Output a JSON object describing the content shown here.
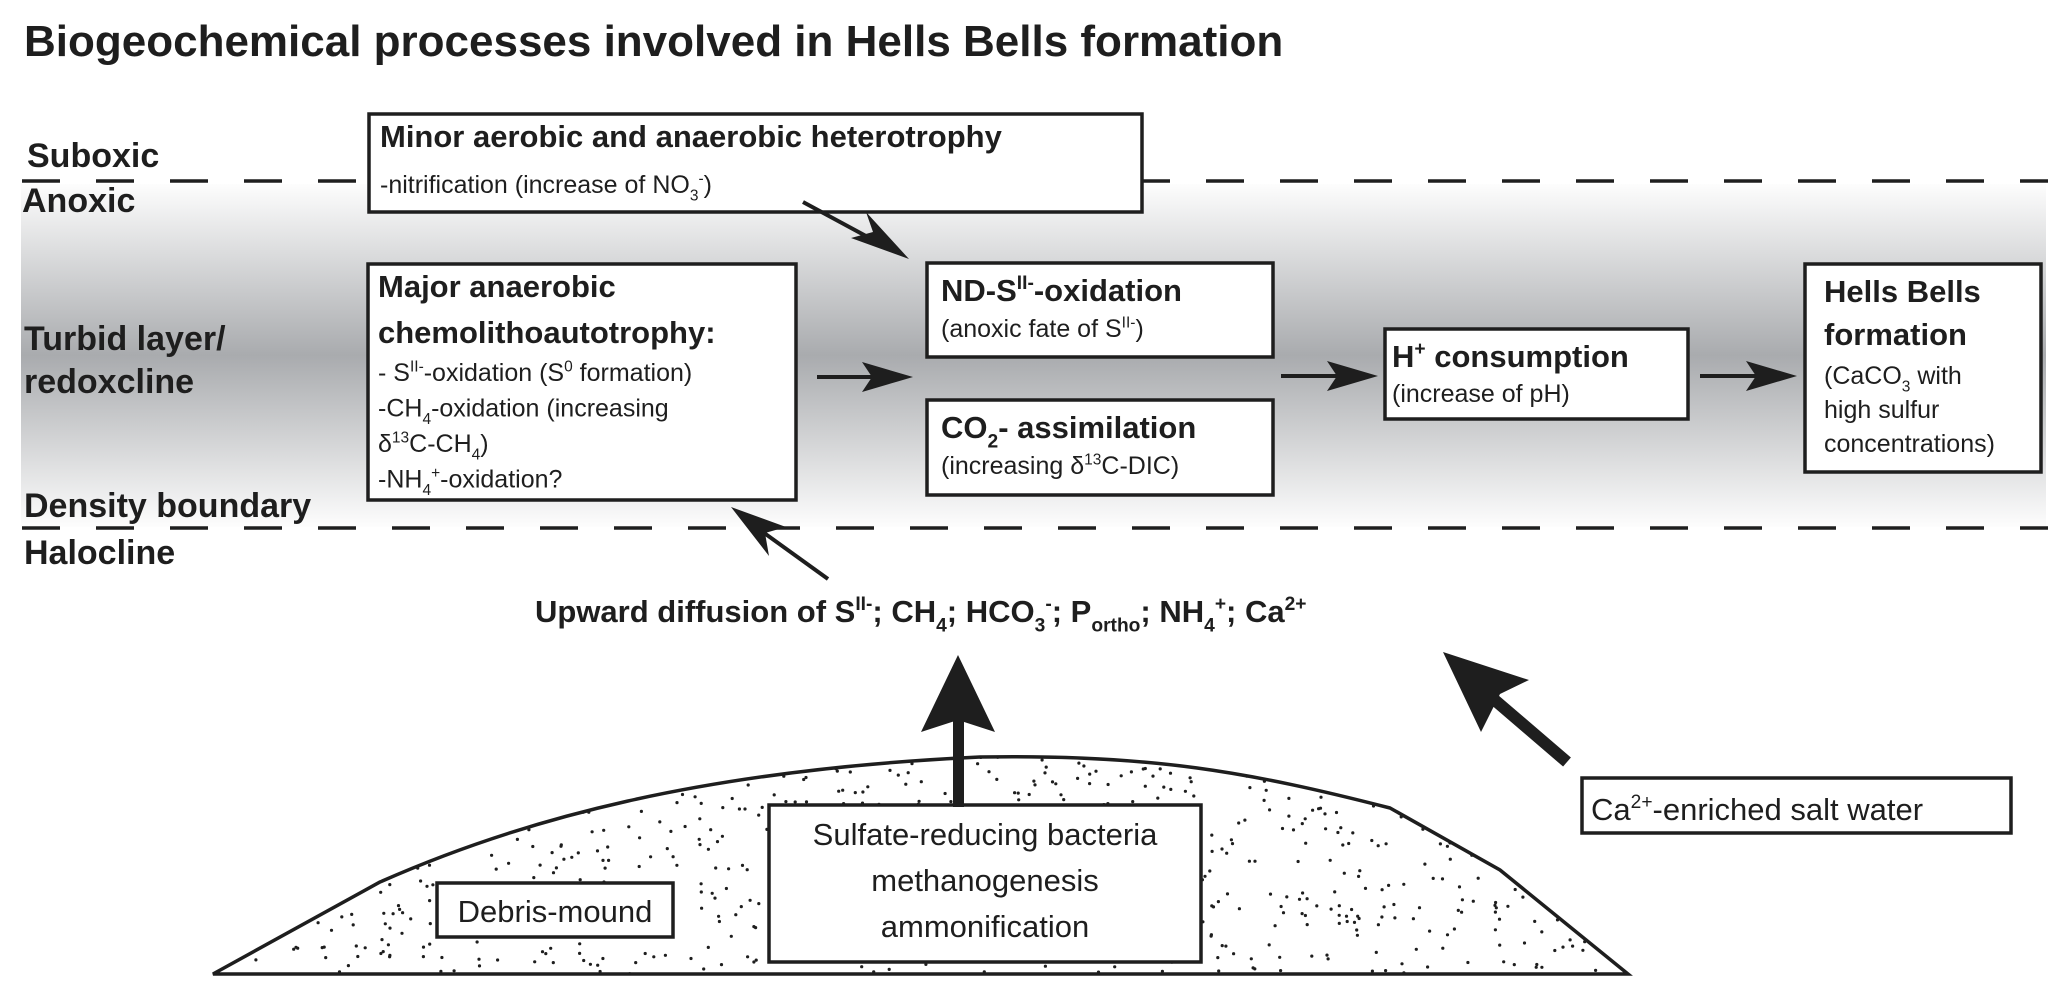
{
  "title": "Biogeochemical processes involved in Hells Bells formation",
  "colors": {
    "ink": "#1e1e1e",
    "band_edge": "#fdfdfd",
    "band_center": "#a9abae",
    "box_fill": "#ffffff"
  },
  "zones": {
    "suboxic": "Suboxic",
    "anoxic": "Anoxic",
    "turbid_line1": "Turbid layer/",
    "turbid_line2": "redoxcline",
    "density": "Density boundary",
    "halocline": "Halocline"
  },
  "boxes": {
    "minor": {
      "heading": [
        [
          {
            "t": "Minor aerobic and anaerobic heterotrophy"
          }
        ]
      ],
      "body": [
        [
          {
            "t": "-nitrification (increase of NO"
          },
          {
            "t": "3",
            "s": "sub"
          },
          {
            "t": "-",
            "s": "sup"
          },
          {
            "t": ")"
          }
        ]
      ]
    },
    "major": {
      "heading": [
        [
          {
            "t": "Major anaerobic"
          }
        ],
        [
          {
            "t": "chemolithoautotrophy:"
          }
        ]
      ],
      "body": [
        [
          {
            "t": "- S"
          },
          {
            "t": "II-",
            "s": "sup"
          },
          {
            "t": "-oxidation (S"
          },
          {
            "t": "0",
            "s": "sup"
          },
          {
            "t": " formation)"
          }
        ],
        [
          {
            "t": "-CH"
          },
          {
            "t": "4",
            "s": "sub"
          },
          {
            "t": "-oxidation (increasing"
          }
        ],
        [
          {
            "t": "δ"
          },
          {
            "t": "13",
            "s": "sup"
          },
          {
            "t": "C-CH"
          },
          {
            "t": "4",
            "s": "sub"
          },
          {
            "t": ")"
          }
        ],
        [
          {
            "t": "-NH"
          },
          {
            "t": "4",
            "s": "sub"
          },
          {
            "t": "+",
            "s": "sup"
          },
          {
            "t": "-oxidation?"
          }
        ]
      ]
    },
    "nds": {
      "heading": [
        [
          {
            "t": "ND-S"
          },
          {
            "t": "II-",
            "s": "sup"
          },
          {
            "t": "-oxidation"
          }
        ]
      ],
      "body": [
        [
          {
            "t": "(anoxic fate of S"
          },
          {
            "t": "II-",
            "s": "sup"
          },
          {
            "t": ")"
          }
        ]
      ]
    },
    "co2": {
      "heading": [
        [
          {
            "t": "CO"
          },
          {
            "t": "2",
            "s": "sub"
          },
          {
            "t": "- assimilation"
          }
        ]
      ],
      "body": [
        [
          {
            "t": "(increasing δ"
          },
          {
            "t": "13",
            "s": "sup"
          },
          {
            "t": "C-DIC)"
          }
        ]
      ]
    },
    "hplus": {
      "heading": [
        [
          {
            "t": "H"
          },
          {
            "t": "+",
            "s": "sup"
          },
          {
            "t": " consumption"
          }
        ]
      ],
      "body": [
        [
          {
            "t": "(increase of pH)"
          }
        ]
      ]
    },
    "hells": {
      "heading": [
        [
          {
            "t": "Hells Bells"
          }
        ],
        [
          {
            "t": "formation"
          }
        ]
      ],
      "body": [
        [
          {
            "t": "(CaCO"
          },
          {
            "t": "3",
            "s": "sub"
          },
          {
            "t": " with"
          }
        ],
        [
          {
            "t": "high sulfur"
          }
        ],
        [
          {
            "t": "concentrations)"
          }
        ]
      ]
    },
    "calcium": {
      "body": [
        [
          {
            "t": "Ca"
          },
          {
            "t": "2+",
            "s": "sup"
          },
          {
            "t": "-enriched salt water"
          }
        ]
      ]
    },
    "debris": {
      "body": [
        [
          {
            "t": "Debris-mound"
          }
        ]
      ]
    },
    "sulfate": {
      "body": [
        [
          {
            "t": "Sulfate-reducing bacteria"
          }
        ],
        [
          {
            "t": "methanogenesis"
          }
        ],
        [
          {
            "t": "ammonification"
          }
        ]
      ]
    }
  },
  "diffusion": [
    {
      "t": "Upward diffusion of  S"
    },
    {
      "t": "II-",
      "s": "sup"
    },
    {
      "t": "; CH"
    },
    {
      "t": "4",
      "s": "sub"
    },
    {
      "t": "; HCO"
    },
    {
      "t": "3",
      "s": "sub"
    },
    {
      "t": "-",
      "s": "sup"
    },
    {
      "t": "; P"
    },
    {
      "t": "ortho",
      "s": "sub"
    },
    {
      "t": "; NH"
    },
    {
      "t": "4",
      "s": "sub"
    },
    {
      "t": "+",
      "s": "sup"
    },
    {
      "t": "; Ca"
    },
    {
      "t": "2+",
      "s": "sup"
    }
  ],
  "arrows": [
    {
      "name": "minor-to-nds-arrow",
      "from": "minor",
      "to": "nds"
    },
    {
      "name": "major-to-nds-co2-arrow",
      "from": "major",
      "to": "nds-co2"
    },
    {
      "name": "nds-co2-to-hplus-arrow",
      "from": "nds-co2",
      "to": "hplus"
    },
    {
      "name": "hplus-to-hells-arrow",
      "from": "hplus",
      "to": "hells"
    },
    {
      "name": "diffusion-to-major-arrow",
      "from": "diffusion",
      "to": "major"
    },
    {
      "name": "sulfate-to-diffusion-arrow",
      "from": "sulfate",
      "to": "diffusion"
    },
    {
      "name": "calcium-to-diffusion-arrow",
      "from": "calcium",
      "to": "diffusion"
    }
  ]
}
